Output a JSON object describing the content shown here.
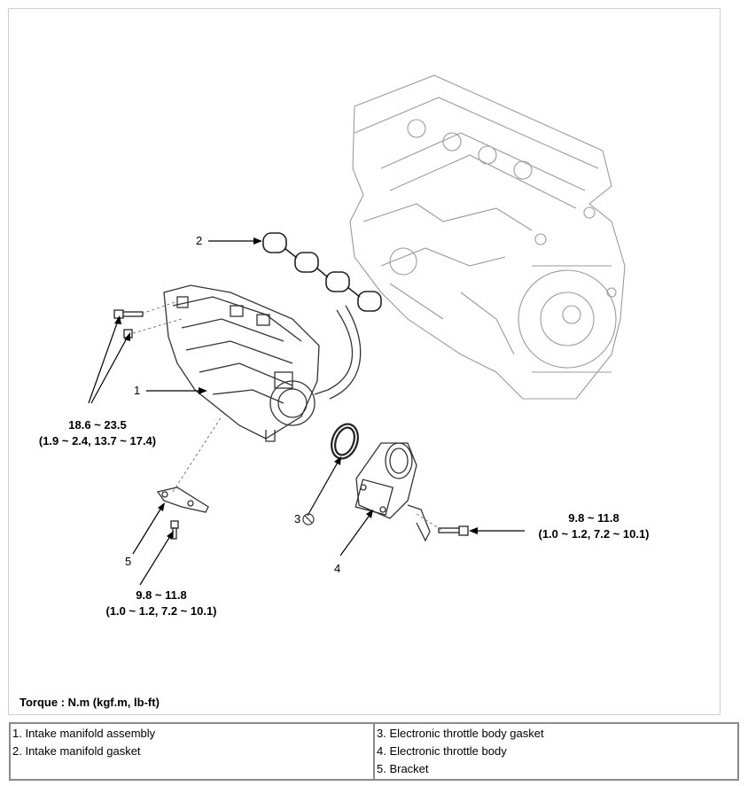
{
  "callouts": {
    "c1": "1",
    "c2": "2",
    "c3": "3",
    "c4": "4",
    "c5": "5"
  },
  "torques": {
    "manifold_bolts_line1": "18.6 ~ 23.5",
    "manifold_bolts_line2": "(1.9 ~ 2.4, 13.7 ~ 17.4)",
    "throttle_bolt_line1": "9.8 ~ 11.8",
    "throttle_bolt_line2": "(1.0 ~ 1.2, 7.2 ~ 10.1)",
    "bracket_bolt_line1": "9.8 ~ 11.8",
    "bracket_bolt_line2": "(1.0 ~ 1.2, 7.2 ~ 10.1)"
  },
  "torque_note": "Torque : N.m (kgf.m, lb-ft)",
  "legend": {
    "left": [
      "1. Intake manifold assembly",
      "2. Intake manifold gasket"
    ],
    "right": [
      "3. Electronic throttle body gasket",
      "4. Electronic throttle body",
      "5. Bracket"
    ]
  },
  "icons": {
    "non_reusable": "circle-slash-icon"
  }
}
